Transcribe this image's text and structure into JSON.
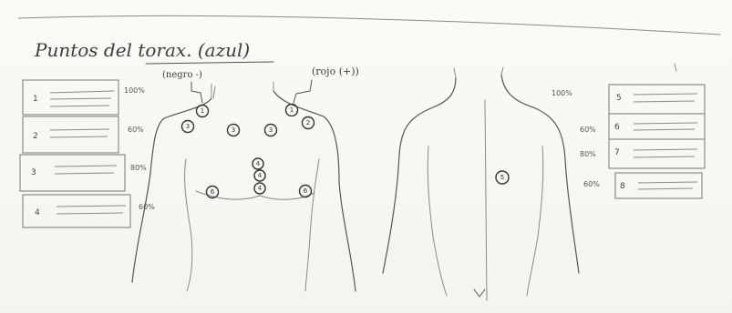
{
  "title": "Puntos del torax. (azul)",
  "labels": {
    "left_lead": "(negro -)",
    "right_lead": "(rojo (+))"
  },
  "left_boxes": [
    {
      "num": "1",
      "pct": "100%"
    },
    {
      "num": "2",
      "pct": "60%"
    },
    {
      "num": "3",
      "pct": "80%"
    },
    {
      "num": "4",
      "pct": "60%"
    }
  ],
  "right_boxes": [
    {
      "num": "5",
      "pct": "100%"
    },
    {
      "num": "6",
      "pct": "60%"
    },
    {
      "num": "7",
      "pct": "80%"
    },
    {
      "num": "8",
      "pct": "60%"
    }
  ],
  "front_points": [
    "1",
    "1",
    "3",
    "3",
    "3",
    "2",
    "4",
    "4",
    "4",
    "6",
    "6"
  ],
  "back_points": [
    "5"
  ]
}
